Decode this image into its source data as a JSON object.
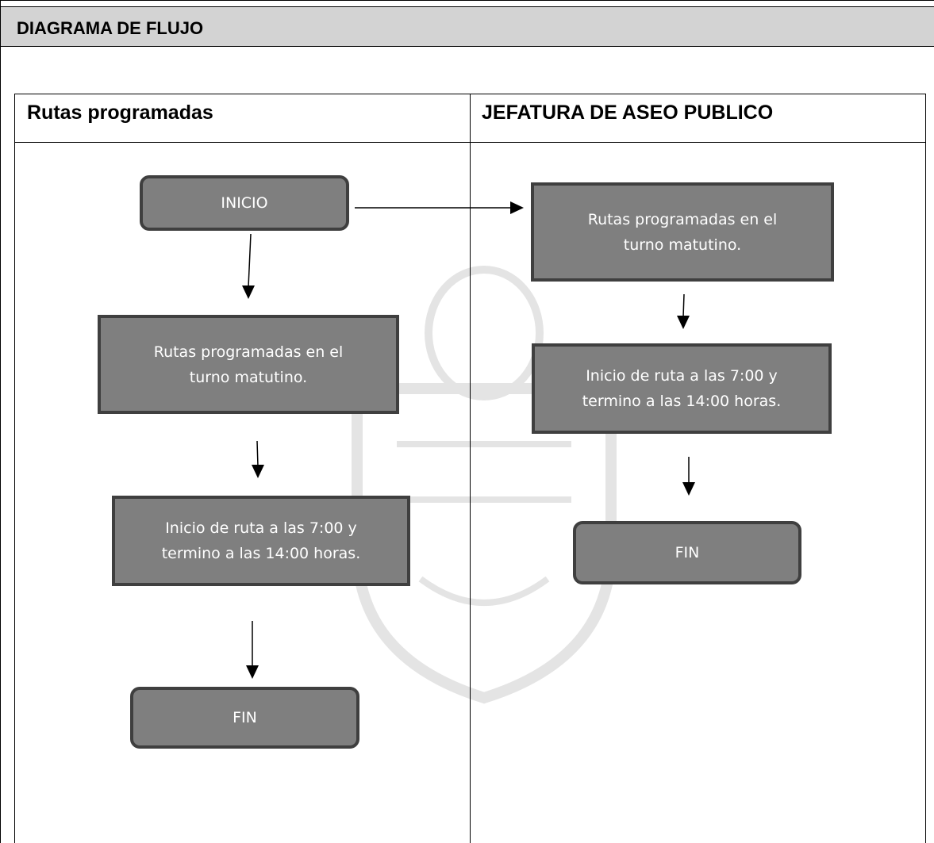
{
  "header": {
    "title": "DIAGRAMA DE FLUJO"
  },
  "columns": [
    {
      "title": "Rutas programadas"
    },
    {
      "title": "JEFATURA DE ASEO PUBLICO"
    }
  ],
  "left_flow": {
    "start": "INICIO",
    "step1": "Rutas programadas en el turno matutino.",
    "step2": "Inicio de ruta a las 7:00 y termino a las 14:00 horas.",
    "end": "FIN"
  },
  "right_flow": {
    "step1": "Rutas programadas en el turno matutino.",
    "step2": "Inicio de ruta a las 7:00 y termino a las 14:00 horas.",
    "end": "FIN"
  },
  "colors": {
    "box_fill": "#7f7f7f",
    "box_border": "#3f3f3f",
    "header_bg": "#d3d3d3"
  }
}
